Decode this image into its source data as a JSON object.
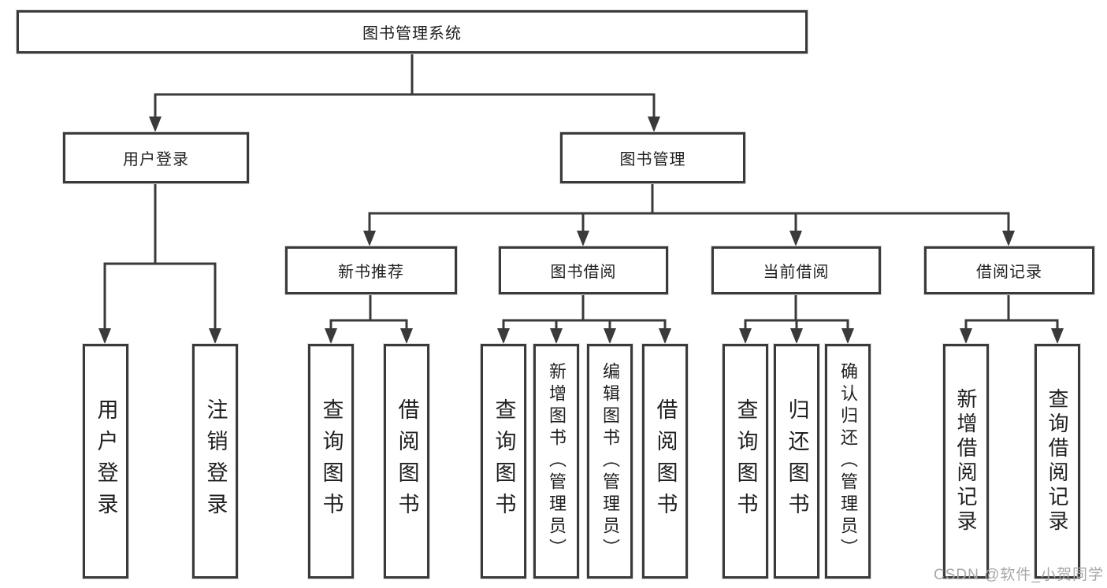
{
  "diagram": {
    "title": "图书管理系统",
    "nodes": {
      "root": {
        "label": "图书管理系统"
      },
      "user_login": {
        "label": "用户登录"
      },
      "book_management": {
        "label": "图书管理"
      },
      "new_book_recommend": {
        "label": "新书推荐"
      },
      "book_borrowing": {
        "label": "图书借阅"
      },
      "current_borrowing": {
        "label": "当前借阅"
      },
      "borrowing_records": {
        "label": "借阅记录"
      },
      "leaf_user_login": {
        "label": "用户登录"
      },
      "leaf_logout": {
        "label": "注销登录"
      },
      "leaf_nb_query_books": {
        "label": "查询图书"
      },
      "leaf_nb_borrow_books": {
        "label": "借阅图书"
      },
      "leaf_bb_query_books": {
        "label": "查询图书"
      },
      "leaf_bb_add_books": {
        "label": "新增图书（管理员）"
      },
      "leaf_bb_edit_books": {
        "label": "编辑图书（管理员）"
      },
      "leaf_bb_borrow_books": {
        "label": "借阅图书"
      },
      "leaf_cb_query_books": {
        "label": "查询图书"
      },
      "leaf_cb_return_books": {
        "label": "归还图书"
      },
      "leaf_cb_confirm_return": {
        "label": "确认归还（管理员）"
      },
      "leaf_br_add_record": {
        "label": "新增借阅记录"
      },
      "leaf_br_query_record": {
        "label": "查询借阅记录"
      }
    }
  },
  "watermark": {
    "text": "CSDN @软件_小贺同学"
  },
  "colors": {
    "line": "#3a3a3a",
    "box_border": "#3a3a3a",
    "text": "#1f1f1f",
    "watermark": "#a8a8a8",
    "background": "#ffffff"
  }
}
